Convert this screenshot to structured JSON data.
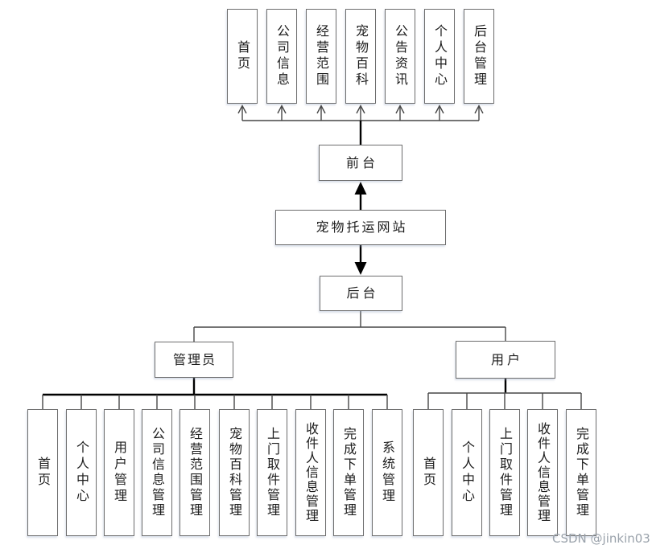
{
  "diagram": {
    "root": "宠物托运网站",
    "frontend": "前台",
    "backend": "后台",
    "front_pages": [
      "首页",
      "公司信息",
      "经营范围",
      "宠物百科",
      "公告资讯",
      "个人中心",
      "后台管理"
    ],
    "admin": {
      "label": "管理员",
      "modules": [
        "首页",
        "个人中心",
        "用户管理",
        "公司信息管理",
        "经营范围管理",
        "宠物百科管理",
        "上门取件管理",
        "收件人信息管理",
        "完成下单管理",
        "系统管理"
      ]
    },
    "user": {
      "label": "用户",
      "modules": [
        "首页",
        "个人中心",
        "上门取件管理",
        "收件人信息管理",
        "完成下单管理"
      ]
    }
  },
  "watermark": "CSDN @jinkin03",
  "colors": {
    "box_border": "#6e6e6e",
    "line": "#474747",
    "line_strong": "#000000",
    "text": "#1c1c1c",
    "watermark": "#9aa2ab",
    "background": "#ffffff"
  }
}
